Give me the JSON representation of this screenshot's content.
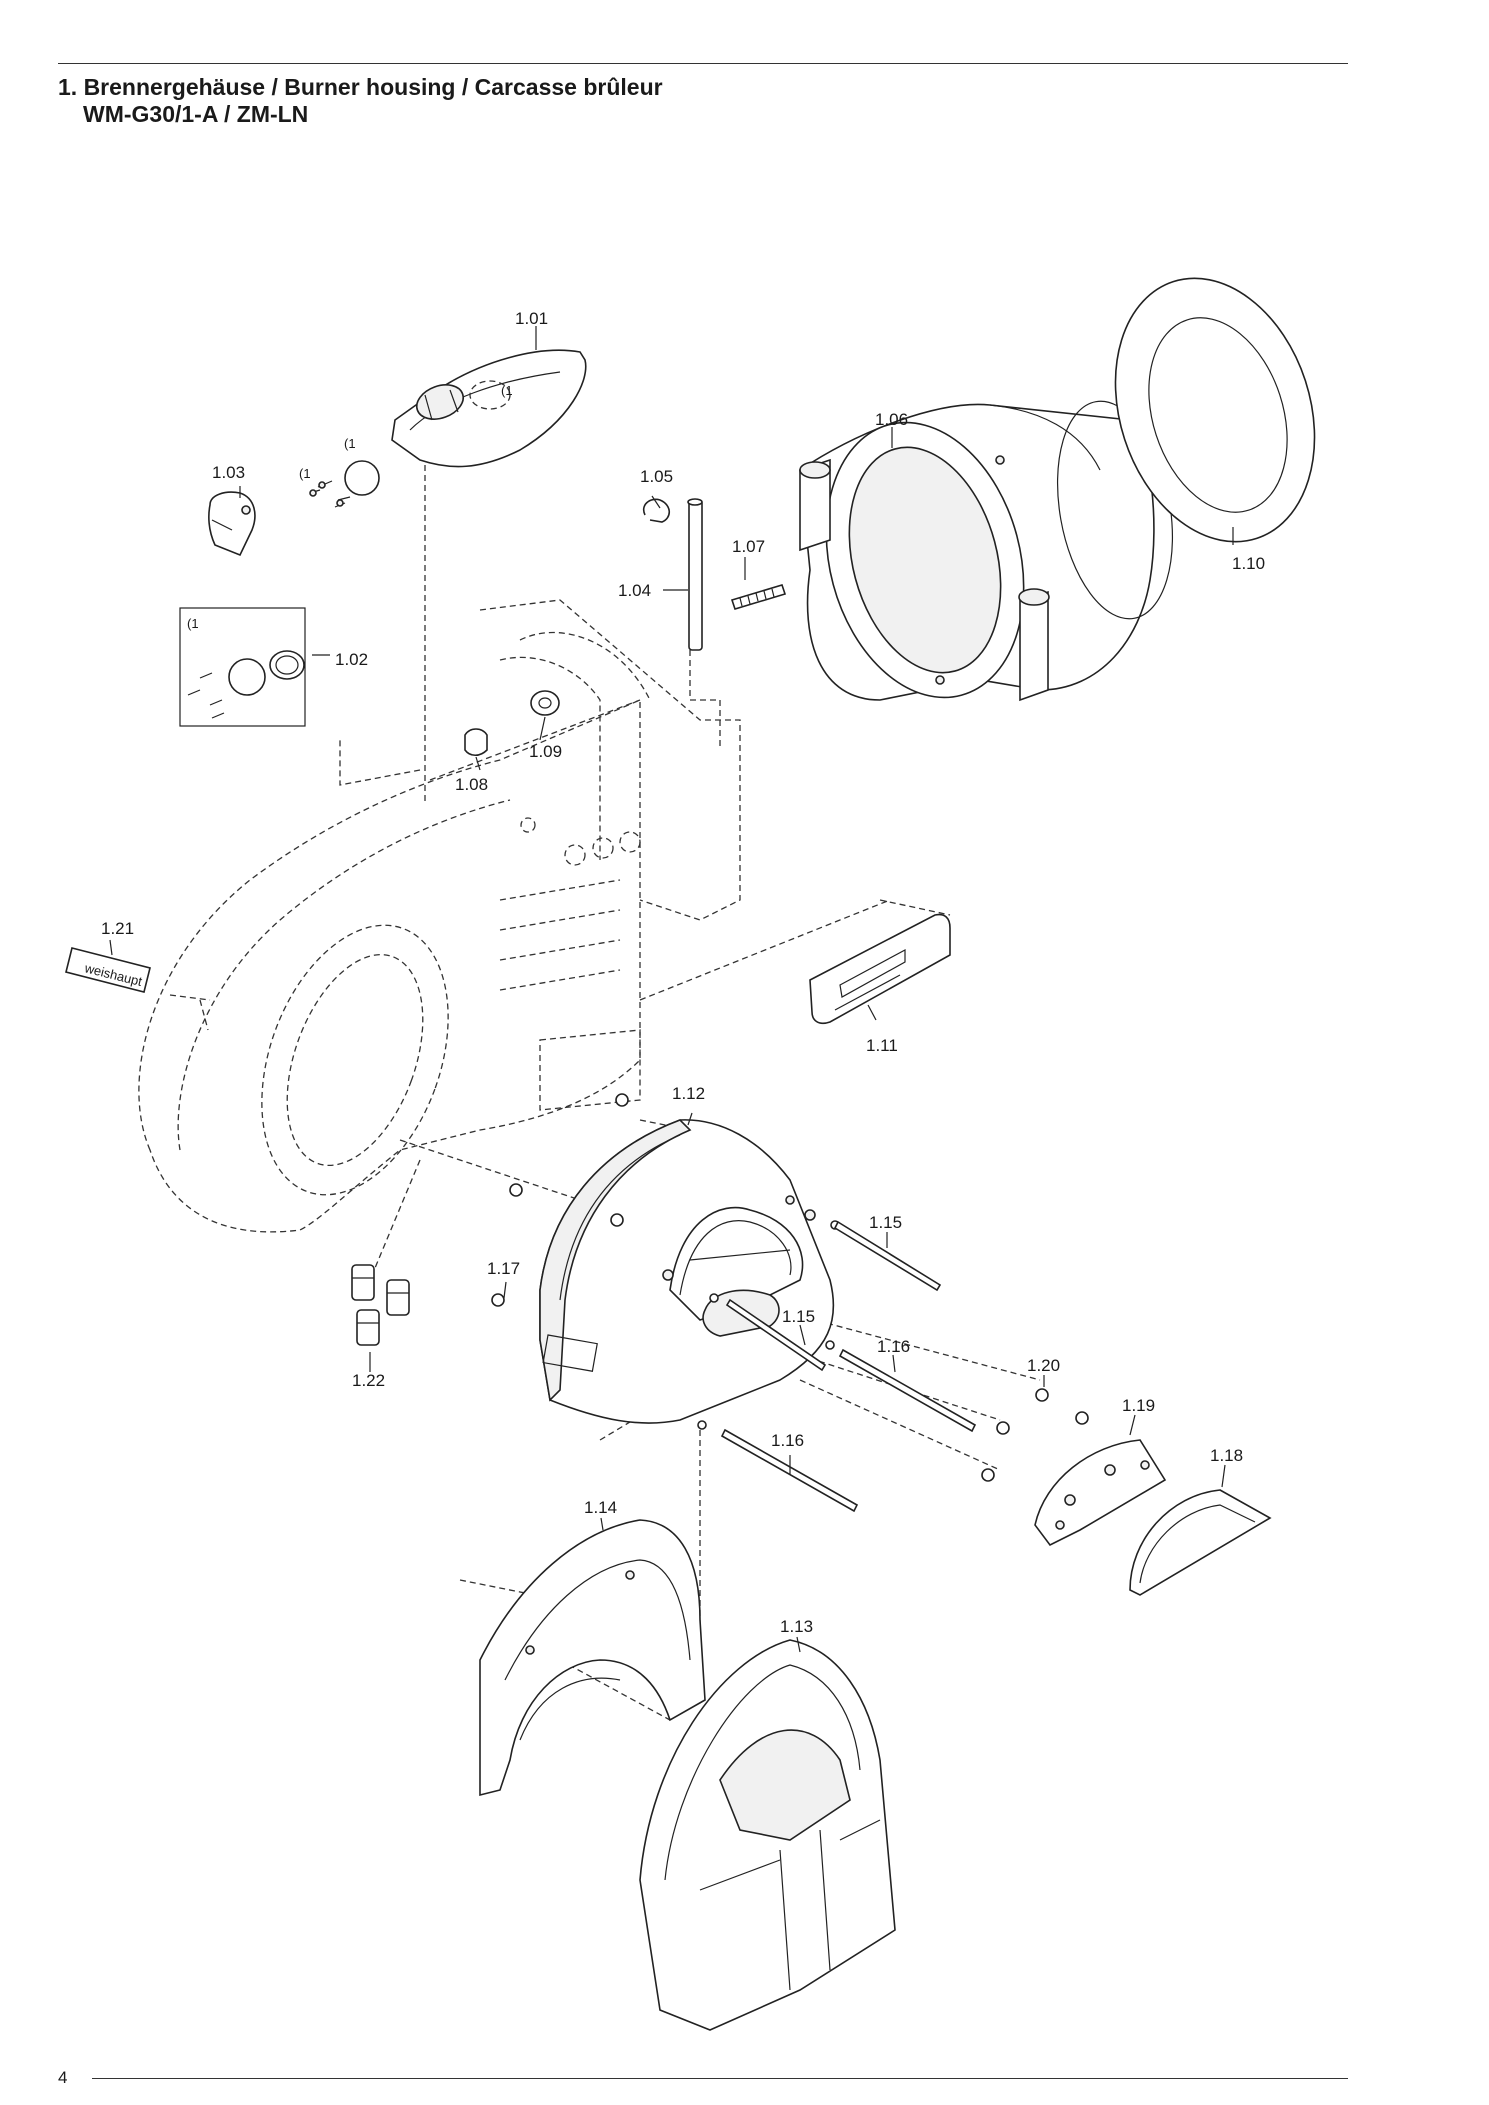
{
  "header": {
    "title_line1": "1. Brennergehäuse / Burner housing / Carcasse brûleur",
    "title_line2": "WM-G30/1-A / ZM-LN"
  },
  "footer": {
    "page_number": "4"
  },
  "diagram": {
    "footnote_marker": "(1",
    "nameplate_text": "weishaupt",
    "part_labels": {
      "p101": "1.01",
      "p102": "1.02",
      "p103": "1.03",
      "p104": "1.04",
      "p105": "1.05",
      "p106": "1.06",
      "p107": "1.07",
      "p108": "1.08",
      "p109": "1.09",
      "p110": "1.10",
      "p111": "1.11",
      "p112": "1.12",
      "p113": "1.13",
      "p114": "1.14",
      "p115a": "1.15",
      "p115b": "1.15",
      "p116a": "1.16",
      "p116b": "1.16",
      "p117": "1.17",
      "p118": "1.18",
      "p119": "1.19",
      "p120": "1.20",
      "p121": "1.21",
      "p122": "1.22"
    }
  }
}
